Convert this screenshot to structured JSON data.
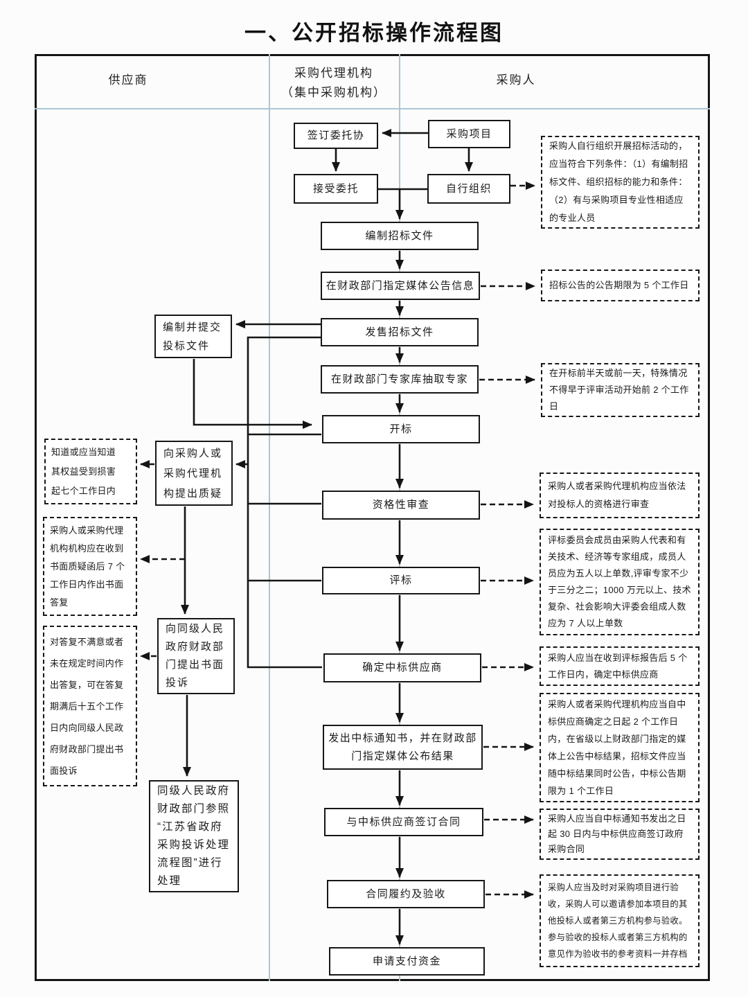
{
  "title": "一、公开招标操作流程图",
  "colors": {
    "line": "#141414",
    "divider": "#a9c6d4"
  },
  "columns": {
    "supplier": "供应商",
    "agency_line1": "采购代理机构",
    "agency_line2": "（集中采购机构）",
    "purchaser": "采购人"
  },
  "nodes": {
    "sign_agreement": "签订委托协",
    "procurement_project": "采购项目",
    "accept_commission": "接受委托",
    "self_organize": "自行组织",
    "prepare_tender_docs": "编制招标文件",
    "announce_media": "在财政部门指定媒体公告信息",
    "sell_docs": "发售招标文件",
    "draw_experts": "在财政部门专家库抽取专家",
    "open_bids": "开标",
    "qualification_review": "资格性审查",
    "evaluate_bids": "评标",
    "determine_winner": "确定中标供应商",
    "issue_notice": "发出中标通知书，并在财政部门指定媒体公布结果",
    "sign_contract": "与中标供应商签订合同",
    "contract_acceptance": "合同履约及验收",
    "request_payment": "申请支付资金",
    "prepare_bid": "编制并提交\n投标文件",
    "raise_query": "向采购人或\n采购代理机\n构提出质疑",
    "file_complaint": "向同级人民\n政府财政部\n门提出书面\n投诉",
    "handle_complaint": "同级人民政府\n财政部门参照\n“江苏省政府\n采购投诉处理\n流程图”进行\n处理"
  },
  "notes": {
    "self_organize_note": "采购人自行组织开展招标活动的，应当符合下列条件：（1）有编制招标文件、组织招标的能力和条件：（2）有与采购项目专业性相适应的专业人员",
    "announce_note": "招标公告的公告期限为 5 个工作日",
    "experts_note": "在开标前半天或前一天，特殊情况不得早于评审活动开始前 2 个工作日",
    "qualification_note": "采购人或者采购代理机构应当依法对投标人的资格进行审查",
    "evaluation_note": "评标委员会成员由采购人代表和有关技术、经济等专家组成，成员人员应为五人以上单数,评审专家不少于三分之二；1000 万元以上、技术复杂、社会影响大评委会组成人数应为 7 人以上单数",
    "winner_note": "采购人应当在收到评标报告后 5 个工作日内，确定中标供应商",
    "notice_note": "采购人或者采购代理机构应当自中标供应商确定之日起 2 个工作日内，在省级以上财政部门指定的媒体上公告中标结果，招标文件应当随中标结果同时公告，中标公告期限为 1 个工作日",
    "contract_note": "采购人应当自中标通知书发出之日起 30 日内与中标供应商签订政府采购合同",
    "acceptance_note": "采购人应当及时对采购项目进行验收，采购人可以邀请参加本项目的其他投标人或者第三方机构参与验收。参与验收的投标人或者第三方机构的意见作为验收书的参考资料一并存档",
    "know_rights_note": "知道或应当知道\n其权益受到损害\n起七个工作日内",
    "reply_note": "采购人或采购代理\n机构机构应在收到\n书面质疑函后 7 个\n工作日内作出书面\n答复",
    "unsatisfied_note": "对答复不满意或者\n未在规定时间内作\n出答复，可在答复\n期满后十五个工作\n日内向同级人民政\n府财政部门提出书\n面投诉"
  }
}
